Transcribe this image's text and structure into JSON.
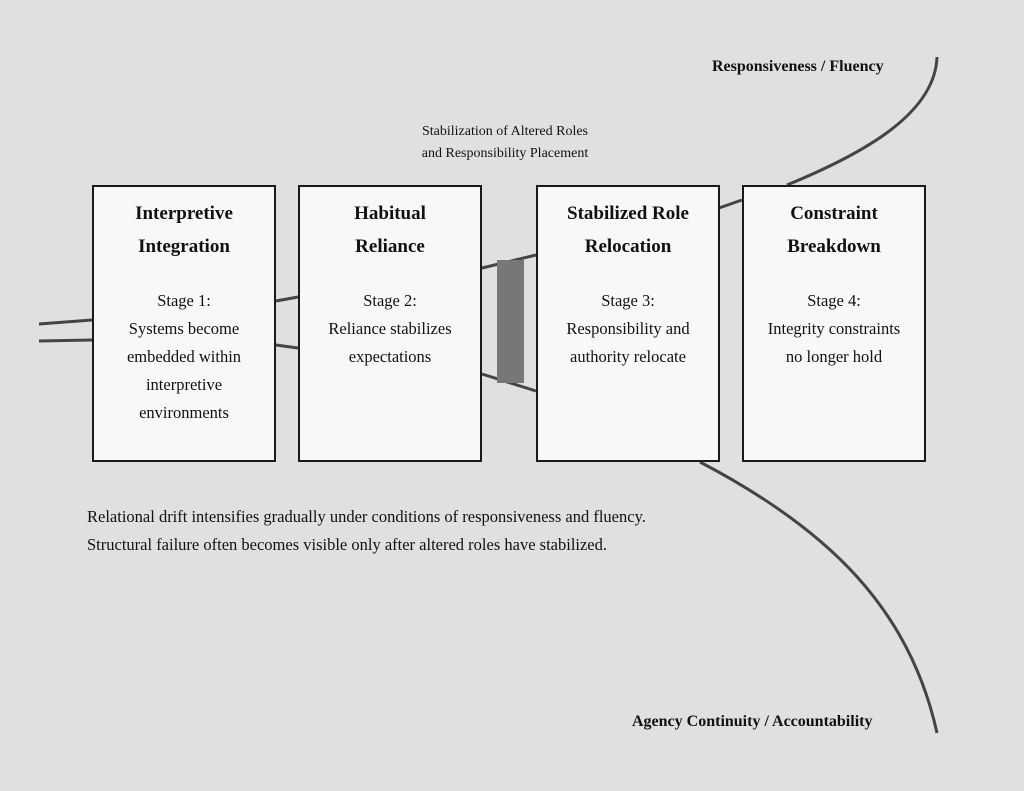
{
  "diagram": {
    "top_axis_label": "Responsiveness / Fluency",
    "bottom_axis_label": "Agency Continuity / Accountability",
    "annotation": {
      "lines": [
        "Stabilization of Altered Roles",
        "and Responsibility Placement"
      ]
    },
    "stages": [
      {
        "title_lines": [
          "Interpretive",
          "Integration"
        ],
        "stage_label": "Stage 1:",
        "description_lines": [
          "Systems become",
          "embedded within",
          "interpretive",
          "environments"
        ]
      },
      {
        "title_lines": [
          "Habitual",
          "Reliance"
        ],
        "stage_label": "Stage 2:",
        "description_lines": [
          "Reliance stabilizes",
          "expectations"
        ]
      },
      {
        "title_lines": [
          "Stabilized Role",
          "Relocation"
        ],
        "stage_label": "Stage 3:",
        "description_lines": [
          "Responsibility and",
          "authority relocate"
        ]
      },
      {
        "title_lines": [
          "Constraint",
          "Breakdown"
        ],
        "stage_label": "Stage 4:",
        "description_lines": [
          "Integrity constraints",
          "no longer hold"
        ]
      }
    ],
    "caption_lines": [
      "Relational drift intensifies gradually under conditions of responsiveness and fluency.",
      "Structural failure often becomes visible only after altered roles have stabilized."
    ],
    "colors": {
      "background": "#e0e0e0",
      "box_fill": "#f8f8f8",
      "line": "#444444",
      "stabilization_bar": "#777777"
    }
  }
}
